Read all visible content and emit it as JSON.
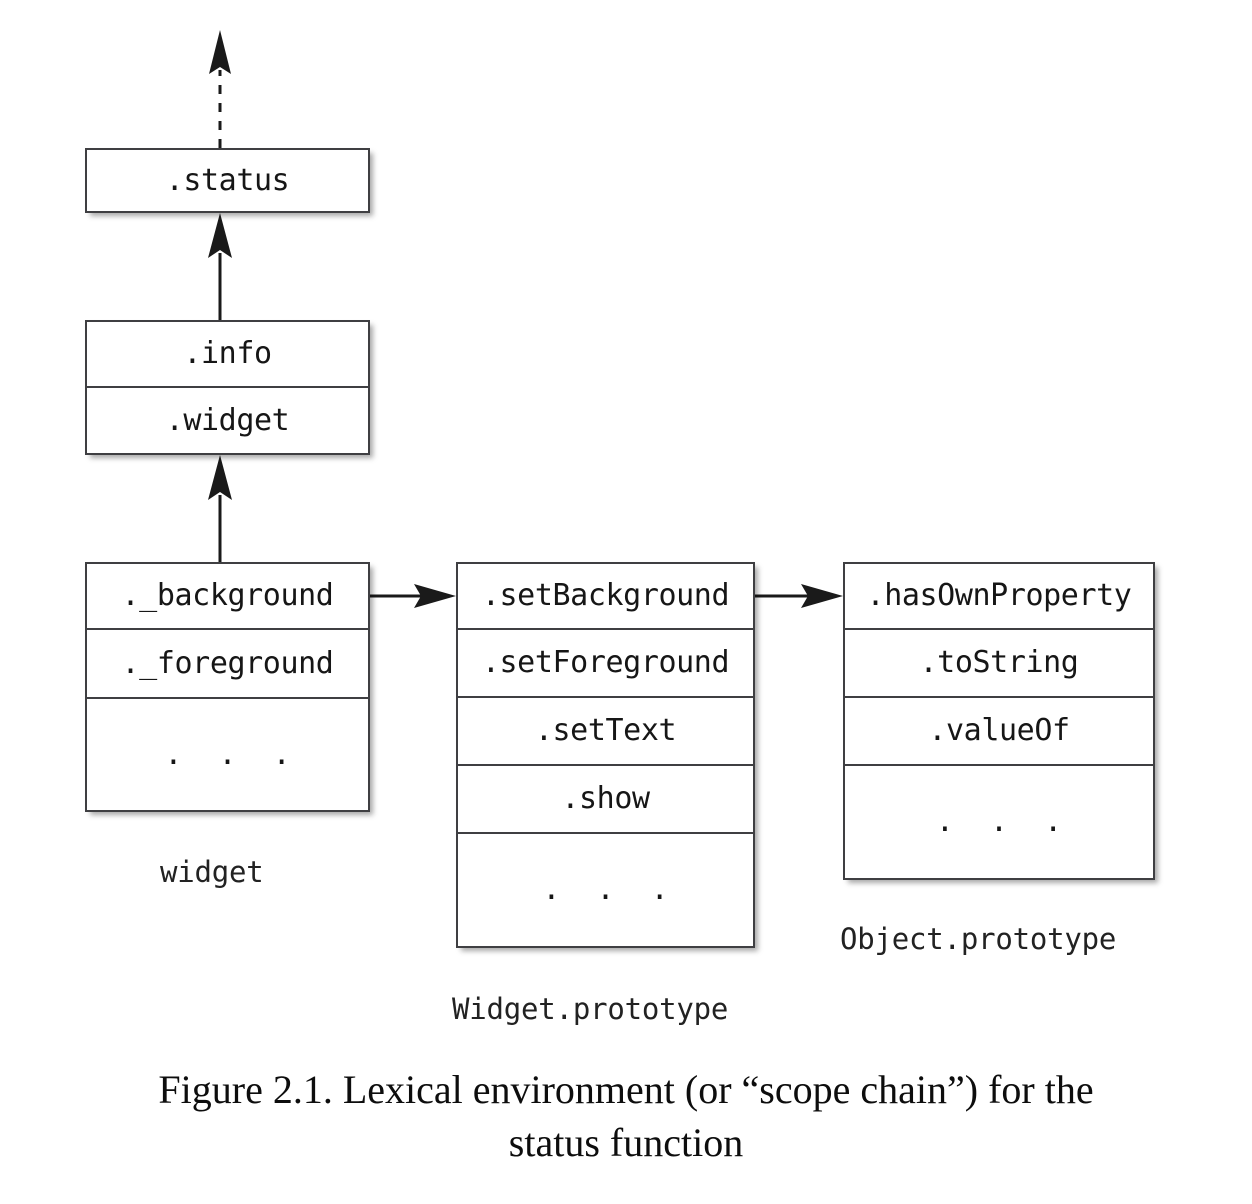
{
  "figure": {
    "caption": "Figure 2.1. Lexical environment (or “scope chain”) for the status function",
    "caption_line_1": "Figure 2.1. Lexical environment (or “scope chain”) for the",
    "caption_line_2": "status function",
    "title": "Lexical environment (or “scope chain”) for the status function",
    "number": "Figure 2.1."
  },
  "colors": {
    "box_border": "#3f3f42",
    "row_divider": "#3f3f42",
    "box_fill": "#ffffff",
    "text": "#161616",
    "connector": "#222222",
    "page_background": "#ffffff"
  },
  "boxes": [
    {
      "id": "status-scope",
      "label": "",
      "rows": [
        {
          "text": ".status",
          "kind": "property"
        }
      ]
    },
    {
      "id": "info-scope",
      "label": "",
      "rows": [
        {
          "text": ".info",
          "kind": "property"
        },
        {
          "text": ".widget",
          "kind": "property"
        }
      ]
    },
    {
      "id": "widget-object",
      "label": "widget",
      "rows": [
        {
          "text": "._background",
          "kind": "property"
        },
        {
          "text": "._foreground",
          "kind": "property"
        },
        {
          "text": ". . .",
          "kind": "ellipsis"
        }
      ]
    },
    {
      "id": "widget-prototype",
      "label": "Widget.prototype",
      "rows": [
        {
          "text": ".setBackground",
          "kind": "property"
        },
        {
          "text": ".setForeground",
          "kind": "property"
        },
        {
          "text": ".setText",
          "kind": "property"
        },
        {
          "text": ".show",
          "kind": "property"
        },
        {
          "text": ". . .",
          "kind": "ellipsis"
        }
      ]
    },
    {
      "id": "object-prototype",
      "label": "Object.prototype",
      "rows": [
        {
          "text": ".hasOwnProperty",
          "kind": "property"
        },
        {
          "text": ".toString",
          "kind": "property"
        },
        {
          "text": ".valueOf",
          "kind": "property"
        },
        {
          "text": ". . .",
          "kind": "ellipsis"
        }
      ]
    }
  ],
  "connectors": [
    {
      "id": "status-to-outer",
      "from": "status-scope",
      "to": "outer-scope",
      "style": "dashed",
      "direction": "up",
      "arrowhead": true
    },
    {
      "id": "info-to-status",
      "from": "info-scope",
      "to": "status-scope",
      "style": "solid",
      "direction": "up",
      "arrowhead": true
    },
    {
      "id": "widget-to-info",
      "from": "widget-object",
      "to": "info-scope",
      "style": "solid",
      "direction": "up",
      "arrowhead": true
    },
    {
      "id": "widget-to-widget-prototype",
      "from": "widget-object",
      "to": "widget-prototype",
      "style": "solid",
      "direction": "right",
      "arrowhead": true
    },
    {
      "id": "widget-prototype-to-object-prototype",
      "from": "widget-prototype",
      "to": "object-prototype",
      "style": "solid",
      "direction": "right",
      "arrowhead": true
    }
  ]
}
